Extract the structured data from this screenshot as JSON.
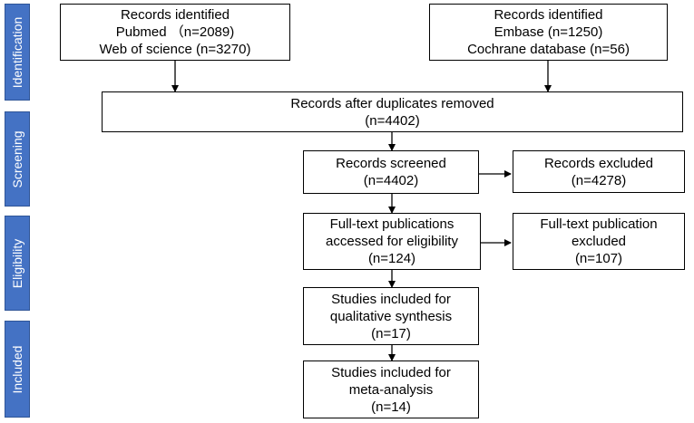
{
  "phases": {
    "identification": "Identification",
    "screening": "Screening",
    "eligibility": "Eligibility",
    "included": "Included"
  },
  "boxes": {
    "records_left": {
      "line1": "Records identified",
      "line2": "Pubmed （n=2089)",
      "line3": "Web of science (n=3270)"
    },
    "records_right": {
      "line1": "Records identified",
      "line2": "Embase (n=1250)",
      "line3": "Cochrane database (n=56)"
    },
    "after_duplicates": {
      "line1": "Records after duplicates removed",
      "line2": "(n=4402)"
    },
    "screened": {
      "line1": "Records screened",
      "line2": "(n=4402)"
    },
    "excluded": {
      "line1": "Records excluded",
      "line2": "(n=4278)"
    },
    "full_text": {
      "line1": "Full-text publications",
      "line2": "accessed for eligibility",
      "line3": "(n=124)"
    },
    "full_text_excluded": {
      "line1": "Full-text publication",
      "line2": "excluded",
      "line3": "(n=107)"
    },
    "qualitative": {
      "line1": "Studies included for",
      "line2": "qualitative synthesis",
      "line3": "(n=17)"
    },
    "meta": {
      "line1": "Studies included for",
      "line2": "meta-analysis",
      "line3": "(n=14)"
    }
  },
  "colors": {
    "phase_fill": "#4472C4",
    "phase_text": "#ffffff",
    "box_border": "#000000"
  }
}
